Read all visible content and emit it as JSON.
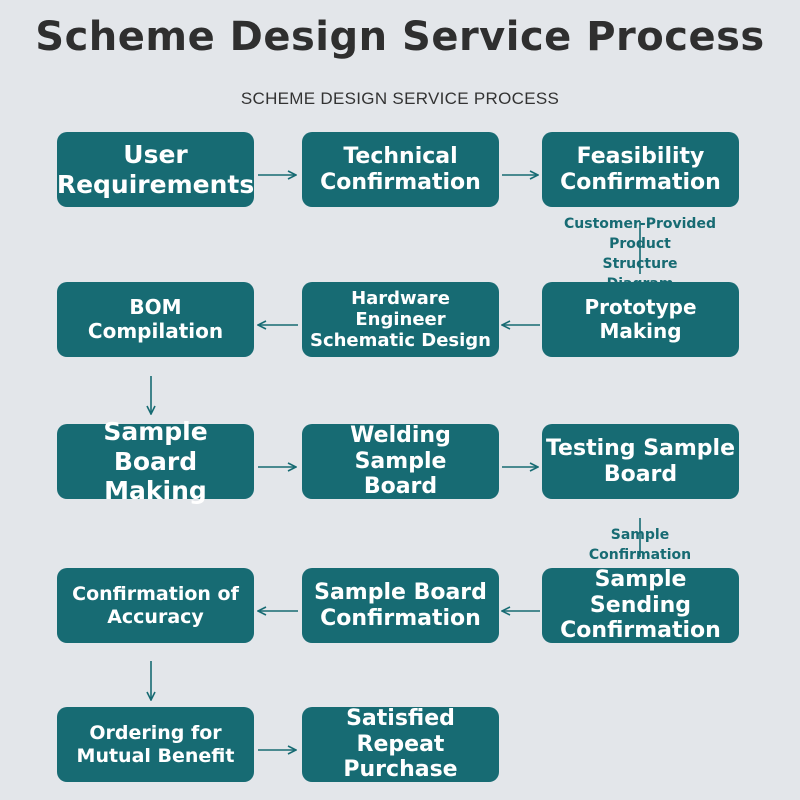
{
  "title": "Scheme Design Service Process",
  "subtitle": "SCHEME DESIGN SERVICE PROCESS",
  "colors": {
    "background": "#e3e6ea",
    "box": "#176b73",
    "box_text": "#ffffff",
    "arrow": "#176b73",
    "title": "#2f2f2f"
  },
  "steps": {
    "user_requirements": "User\nRequirements",
    "technical_confirmation": "Technical\nConfirmation",
    "feasibility_confirmation": "Feasibility\nConfirmation",
    "bom_compilation": "BOM\nCompilation",
    "hardware_engineer": "Hardware\nEngineer\nSchematic Design",
    "prototype_making": "Prototype\nMaking",
    "sample_board_making": "Sample Board\nMaking",
    "welding_sample_board": "Welding Sample\nBoard",
    "testing_sample_board": "Testing Sample\nBoard",
    "confirmation_of_accuracy": "Confirmation of\nAccuracy",
    "sample_board_confirmation": "Sample Board\nConfirmation",
    "sample_sending_confirmation": "Sample Sending\nConfirmation",
    "ordering_for_mutual_benefit": "Ordering for\nMutual Benefit",
    "satisfied_repeat_purchase": "Satisfied Repeat\nPurchase"
  },
  "connector_labels": {
    "customer_provided": "Customer-Provided\nProduct\nStructure\nDiagram",
    "sample_confirmation": "Sample\nConfirmation"
  }
}
